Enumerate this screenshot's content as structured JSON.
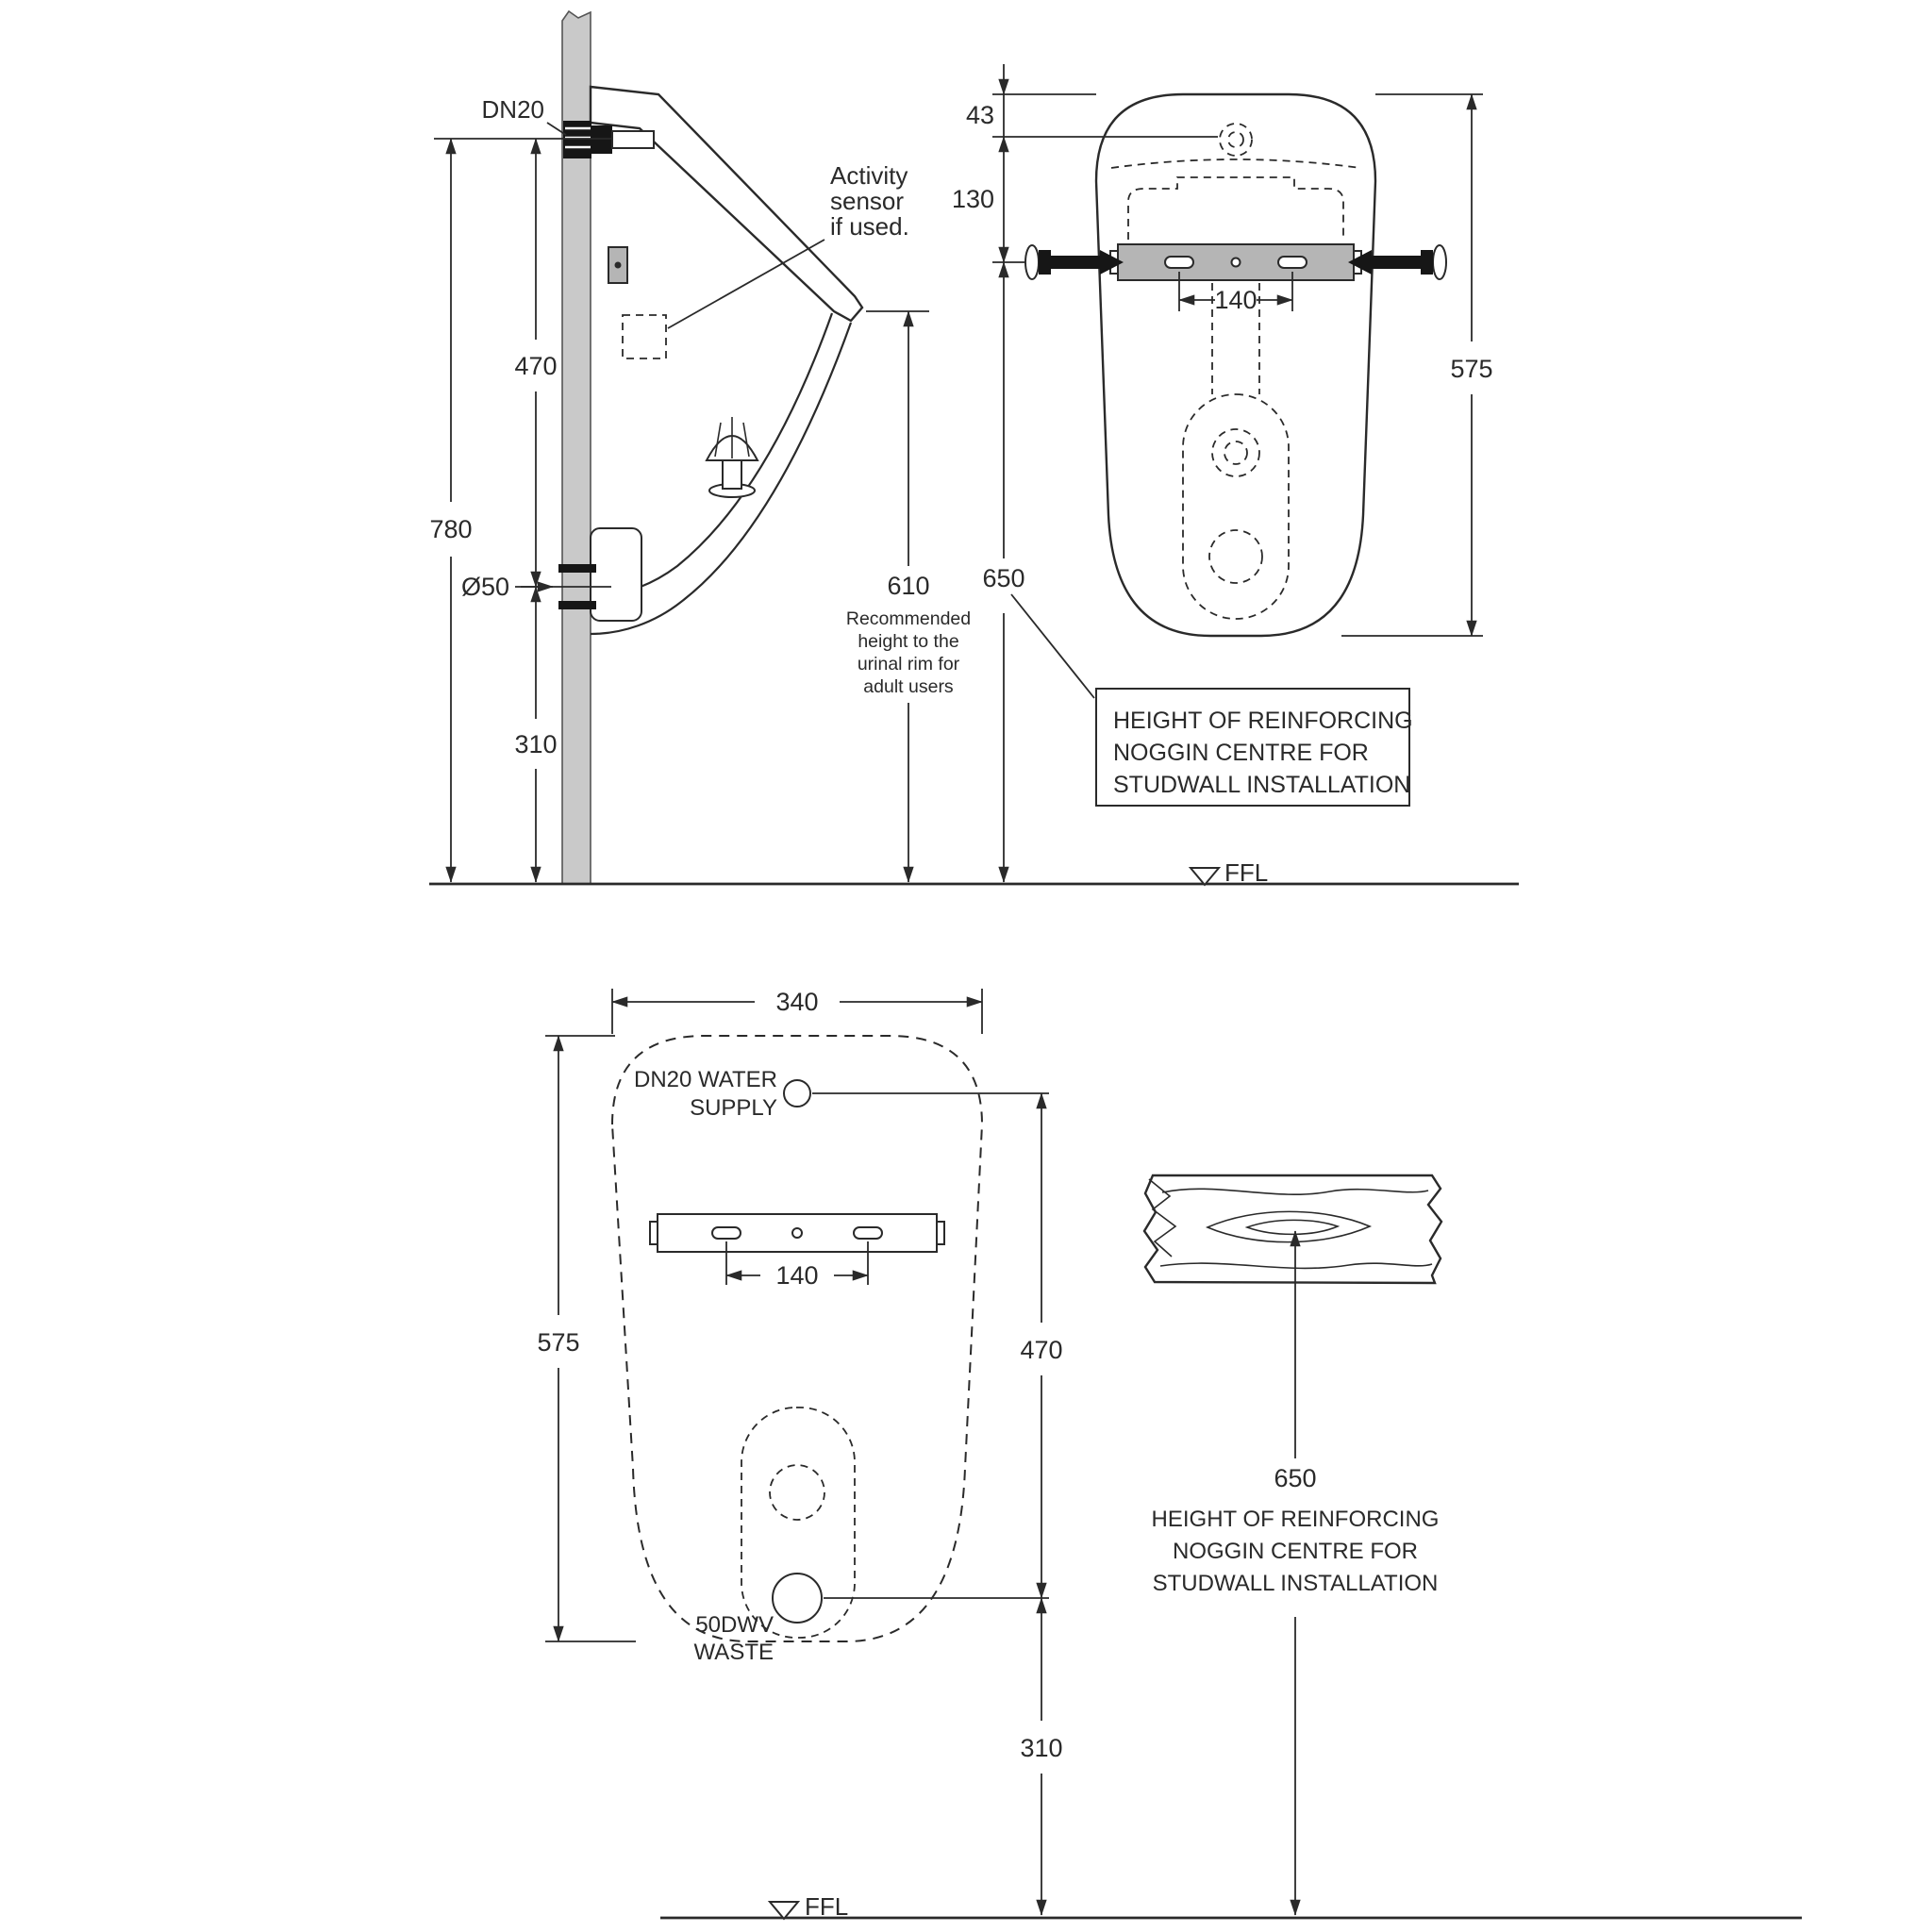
{
  "ffl_label": "FFL",
  "side_view": {
    "inlet_label": "DN20",
    "dim_total_height": "780",
    "dim_inlet_to_waste": "470",
    "dim_waste_to_floor": "310",
    "waste_diameter": "Ø50",
    "sensor_note": [
      "Activity",
      "sensor",
      "if used."
    ],
    "dim_rim_height": "610",
    "rim_note": [
      "Recommended",
      "height to the",
      "urinal rim for",
      "adult users"
    ]
  },
  "front_view": {
    "dim_top_to_inlet": "43",
    "dim_inlet_to_bracket": "130",
    "dim_fixing_centres": "140",
    "dim_pan_height": "575",
    "dim_noggin_centre": "650",
    "noggin_note": [
      "HEIGHT OF REINFORCING",
      "NOGGIN CENTRE FOR",
      "STUDWALL INSTALLATION"
    ]
  },
  "back_view": {
    "dim_width": "340",
    "water_supply_label": [
      "DN20 WATER",
      "SUPPLY"
    ],
    "dim_fixing_centres": "140",
    "dim_pan_height": "575",
    "dim_supply_to_waste": "470",
    "waste_label": [
      "50DWV",
      "WASTE"
    ],
    "dim_waste_to_floor": "310"
  },
  "noggin_view": {
    "dim_noggin_centre": "650",
    "note": [
      "HEIGHT OF REINFORCING",
      "NOGGIN CENTRE FOR",
      "STUDWALL INSTALLATION"
    ]
  }
}
